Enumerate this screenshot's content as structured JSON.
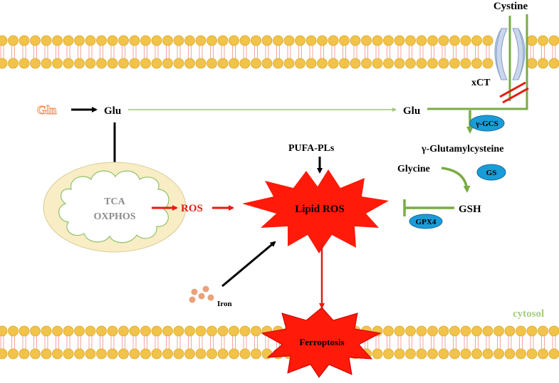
{
  "labels": {
    "cystine": "Cystine",
    "xct": "xCT",
    "gln": "Gln",
    "glu_left": "Glu",
    "glu_right": "Glu",
    "gamma_gcs": "γ-GCS",
    "gamma_glutamylcysteine": "γ-Glutamylcysteine",
    "pufa_pls": "PUFA-PLs",
    "glycine": "Glycine",
    "gs": "GS",
    "tca": "TCA",
    "oxphos": "OXPHOS",
    "ros": "ROS",
    "lipid_ros": "Lipid ROS",
    "gsh": "GSH",
    "gpx4": "GPX4",
    "iron": "Iron",
    "cytosol": "cytosol",
    "ferroptosis": "Ferroptosis"
  },
  "colors": {
    "membrane_head": "#f2c34a",
    "membrane_head_stroke": "#d9a92a",
    "membrane_tail": "#f4a59a",
    "green_path": "#7aab45",
    "red_arrow": "#e41b13",
    "black_arrow": "#000000",
    "enzyme_fill": "#1a9cd8",
    "burst_fill": "#ff1a0a",
    "gln_text": "#f08a4b",
    "cytosol_text": "#a6ce7a",
    "mito_outer": "#f8edc4",
    "tca_text": "#8c8c8c",
    "transporter": "#b9c9e4",
    "iron_fill": "#e9a27c"
  },
  "icons": {
    "transporter": "xct-transporter-icon",
    "mitochondrion": "mitochondrion-icon",
    "iron": "iron-particles-icon"
  }
}
